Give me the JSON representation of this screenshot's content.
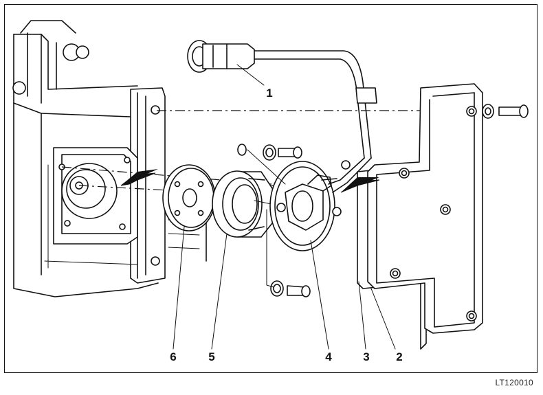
{
  "figure": {
    "code": "LT120010",
    "callouts": {
      "c1": "1",
      "c2": "2",
      "c3": "3",
      "c4": "4",
      "c5": "5",
      "c6": "6"
    }
  }
}
